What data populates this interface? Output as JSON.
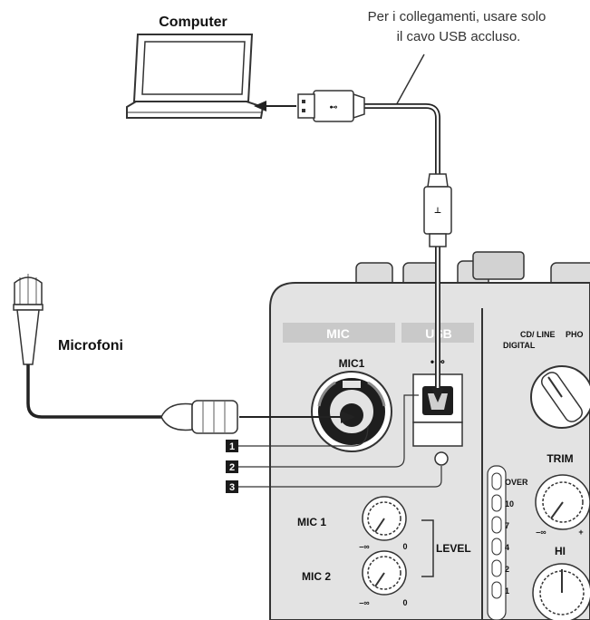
{
  "labels": {
    "computer": "Computer",
    "microphones": "Microfoni",
    "usb_note_line1": "Per i collegamenti, usare solo",
    "usb_note_line2": "il cavo USB accluso."
  },
  "panel": {
    "mic_header": "MIC",
    "usb_header": "USB",
    "mic1_jack": "MIC1",
    "input_select": {
      "digital": "DIGITAL",
      "cd_line": "CD/ LINE",
      "phono": "PHO"
    },
    "trim": "TRIM",
    "hi": "HI",
    "mic1_knob": "MIC 1",
    "mic2_knob": "MIC 2",
    "level": "LEVEL",
    "knob_min": "–∞",
    "knob_zero": "0",
    "knob_plus": "+",
    "meter": [
      "OVER",
      "10",
      "7",
      "4",
      "2",
      "1"
    ]
  },
  "callouts": [
    "1",
    "2",
    "3"
  ],
  "colors": {
    "panel": "#e3e3e3",
    "panel_header": "#c9c9c9",
    "outline": "#333333",
    "callout_bg": "#1a1a1a"
  }
}
